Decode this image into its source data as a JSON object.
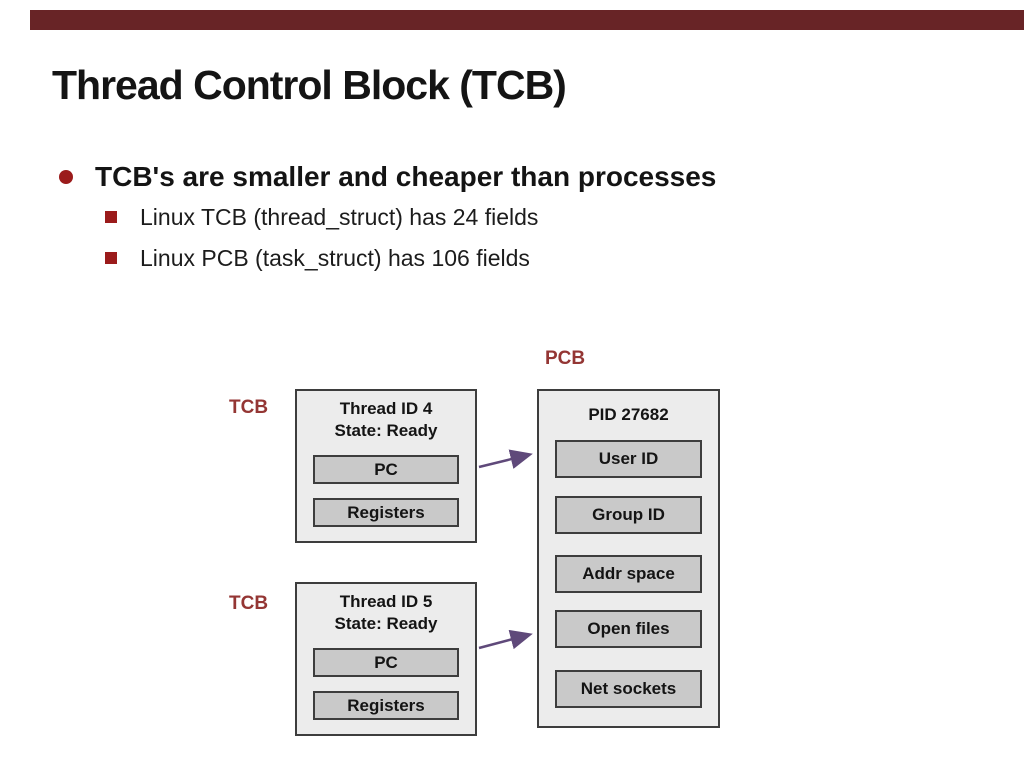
{
  "slide": {
    "title": "Thread Control Block (TCB)",
    "bullets": [
      {
        "level": 1,
        "marker": "disc",
        "text": "TCB's are smaller and cheaper than processes"
      },
      {
        "level": 2,
        "marker": "square",
        "text": "Linux TCB (thread_struct) has 24 fields"
      },
      {
        "level": 2,
        "marker": "square",
        "text": "Linux PCB (task_struct) has 106 fields"
      }
    ]
  },
  "diagram": {
    "tcb_blocks": [
      {
        "label": "TCB",
        "title_line1": "Thread ID 4",
        "title_line2": "State: Ready",
        "fields": [
          "PC",
          "Registers"
        ]
      },
      {
        "label": "TCB",
        "title_line1": "Thread ID 5",
        "title_line2": "State: Ready",
        "fields": [
          "PC",
          "Registers"
        ]
      }
    ],
    "pcb_block": {
      "label": "PCB",
      "header": "PID 27682",
      "fields": [
        "User ID",
        "Group ID",
        "Addr space",
        "Open files",
        "Net sockets"
      ]
    },
    "arrows": [
      {
        "from": "TCB Thread ID 4",
        "to": "PCB User ID"
      },
      {
        "from": "TCB Thread ID 5",
        "to": "PCB Open files"
      }
    ]
  },
  "colors": {
    "top_bar": "#682426",
    "heading_text": "#141414",
    "bullet_marker": "#9B1B1B",
    "diagram_label": "#943634",
    "arrow": "#5F497A",
    "block_fill": "#ECECEC",
    "block_border": "#3d3d3d",
    "field_fill": "#C9C9C9"
  }
}
